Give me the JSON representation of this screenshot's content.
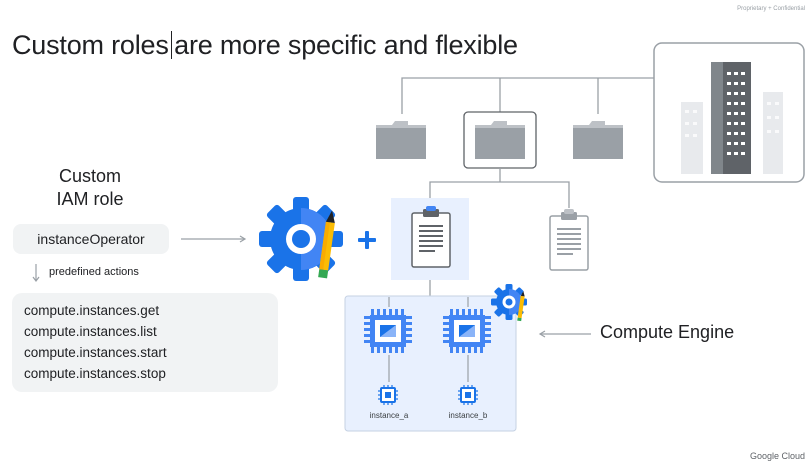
{
  "header": {
    "confidential": "Proprietary + Confidential",
    "title_part1": "Custom roles",
    "title_part2": "are more specific and flexible"
  },
  "role": {
    "label_line1": "Custom",
    "label_line2": "IAM role",
    "name": "instanceOperator",
    "predefined_label": "predefined actions",
    "actions": [
      "compute.instances.get",
      "compute.instances.list",
      "compute.instances.start",
      "compute.instances.stop"
    ]
  },
  "compute": {
    "label": "Compute Engine",
    "instances": [
      "instance_a",
      "instance_b"
    ]
  },
  "footer": {
    "brand": "Google Cloud"
  },
  "icons": {
    "gear": "gear-pencil-icon",
    "plus": "plus-icon",
    "folder": "folder-icon",
    "clipboard": "clipboard-icon",
    "building": "building-icon",
    "chip": "chip-icon"
  },
  "colors": {
    "blue": "#4285f4",
    "dark_blue": "#1a73e8",
    "yellow": "#fbbc04",
    "folder_gray": "#9aa0a6",
    "highlight_bg": "#e8f0fe"
  }
}
